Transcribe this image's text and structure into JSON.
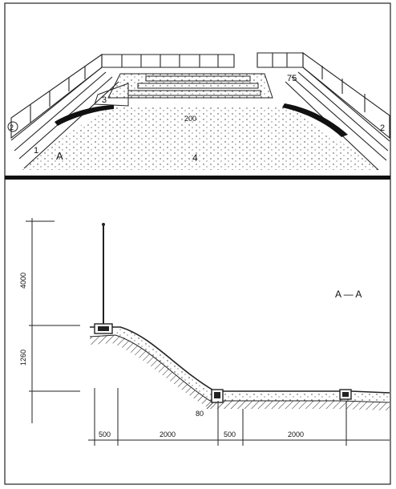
{
  "perspective": {
    "labels": {
      "n1": "1",
      "n2": "2",
      "n3": "3",
      "n4": "4",
      "n75": "75",
      "a": "A",
      "width": "200"
    }
  },
  "section": {
    "title": "A — A",
    "dims_vertical": [
      "4000",
      "1260"
    ],
    "dims_horizontal": [
      "500",
      "2000",
      "500",
      "2000"
    ],
    "drain_depth": "80"
  }
}
